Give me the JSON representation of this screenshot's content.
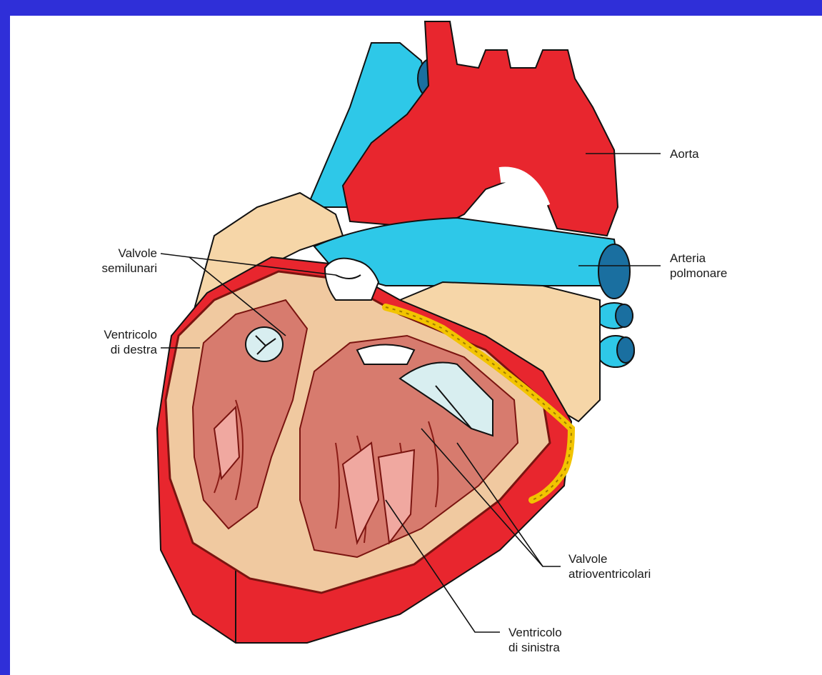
{
  "labels": {
    "aorta": "Aorta",
    "pulmonary_artery": [
      "Arteria",
      "polmonare"
    ],
    "semilunar_valves": [
      "Valvole",
      "semilunari"
    ],
    "right_ventricle": [
      "Ventricolo",
      "di destra"
    ],
    "av_valves": [
      "Valvole",
      "atrioventricolari"
    ],
    "left_ventricle": [
      "Ventricolo",
      "di sinistra"
    ]
  },
  "colors": {
    "background": "#2f2fd8",
    "muscle": "#e8262e",
    "muscle_dark": "#b01018",
    "vessel_blue": "#2ec8e8",
    "vessel_blue_dark": "#1a6fa0",
    "fat": "#f6d6a8",
    "chamber": "#d77b6e",
    "coronary": "#f2c400"
  }
}
